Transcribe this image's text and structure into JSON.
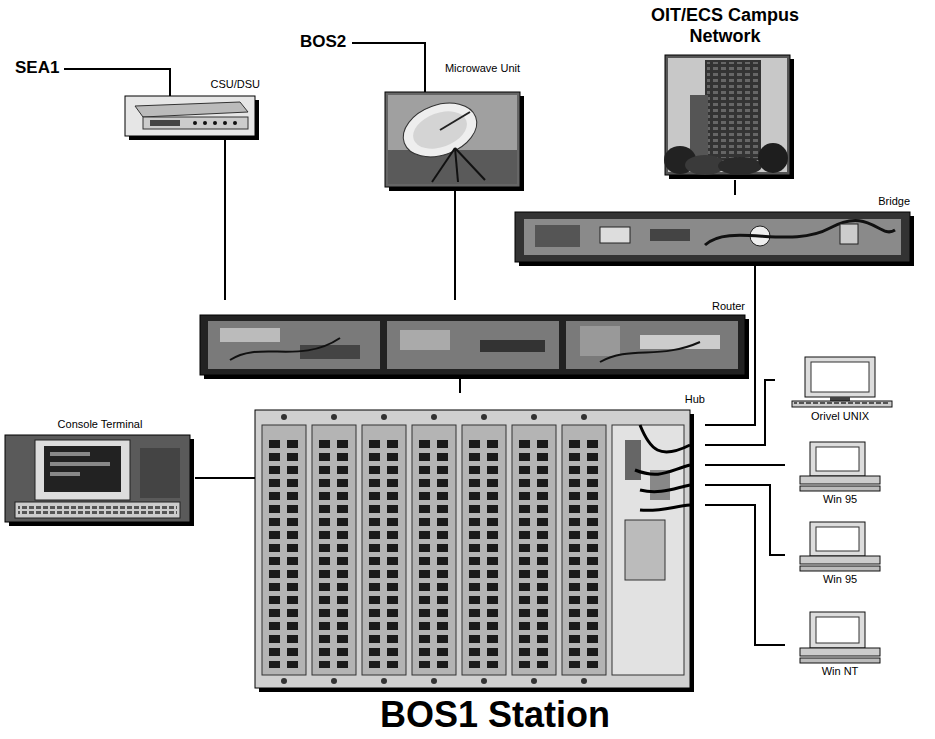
{
  "diagram": {
    "title": "BOS1 Station",
    "nodes": [
      {
        "text": [
          "OIT/ECS Campus Network"
        ]
      },
      {
        "text": [
          "CSU/DSU"
        ]
      },
      {
        "text": [
          "Microwave Unit"
        ]
      },
      {
        "text": [
          "Bridge"
        ]
      },
      {
        "text": [
          "Router"
        ]
      },
      {
        "text": [
          "Console Terminal"
        ]
      },
      {
        "text": [
          "Hub"
        ]
      },
      {
        "text": [
          "Orivel UNIX"
        ]
      },
      {
        "text": [
          "Win 95"
        ]
      },
      {
        "text": [
          "Win 95"
        ]
      },
      {
        "text": [
          "Win NT"
        ]
      }
    ],
    "edges": [
      {
        "from": 1,
        "to": 4,
        "arrow": "none"
      },
      {
        "from": 2,
        "to": 4,
        "arrow": "none"
      },
      {
        "from": 0,
        "to": 3,
        "arrow": "none"
      },
      {
        "from": 3,
        "to": 6,
        "arrow": "none"
      },
      {
        "from": 4,
        "to": 6,
        "arrow": "none"
      },
      {
        "from": 5,
        "to": 6,
        "arrow": "none"
      },
      {
        "from": 6,
        "to": 7,
        "arrow": "none"
      },
      {
        "from": 6,
        "to": 8,
        "arrow": "none"
      },
      {
        "from": 6,
        "to": 9,
        "arrow": "none"
      },
      {
        "from": 6,
        "to": 10,
        "arrow": "none"
      }
    ],
    "labels": [
      "SEA1",
      "BOS2"
    ]
  }
}
